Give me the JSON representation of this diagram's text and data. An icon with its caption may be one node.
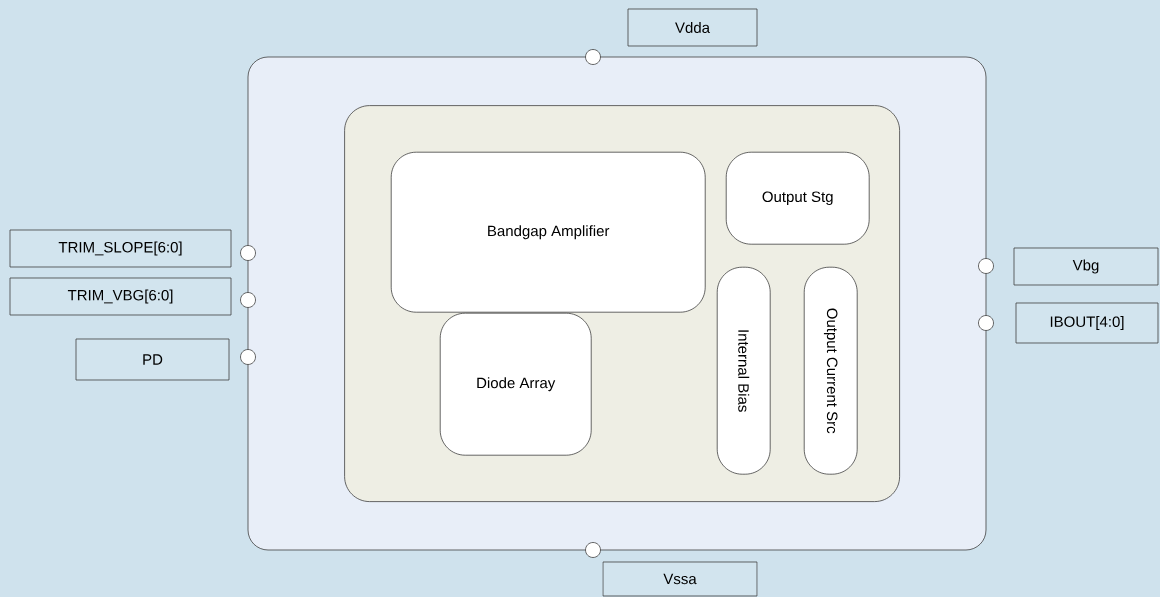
{
  "diagram": {
    "nodes": [
      {
        "text": [],
        "shape": "box"
      },
      {
        "text": [],
        "shape": "box",
        "in": 0
      },
      {
        "text": [
          "Bandgap Amplifier"
        ],
        "in": 1
      },
      {
        "text": [
          "Output Stg"
        ],
        "in": 1
      },
      {
        "text": [
          "Diode Array"
        ],
        "in": 1
      },
      {
        "text": [
          "Internal Bias"
        ],
        "in": 1
      },
      {
        "text": [
          "Output Current Src"
        ],
        "in": 1
      },
      {
        "text": [
          "Vdda"
        ]
      },
      {
        "text": [
          "TRIM_SLOPE[6:0]"
        ]
      },
      {
        "text": [
          "TRIM_VBG[6:0]"
        ]
      },
      {
        "text": [
          "PD"
        ]
      },
      {
        "text": [
          "Vbg"
        ]
      },
      {
        "text": [
          "IBOUT[4:0]"
        ]
      },
      {
        "text": [
          "Vssa"
        ]
      }
    ]
  }
}
